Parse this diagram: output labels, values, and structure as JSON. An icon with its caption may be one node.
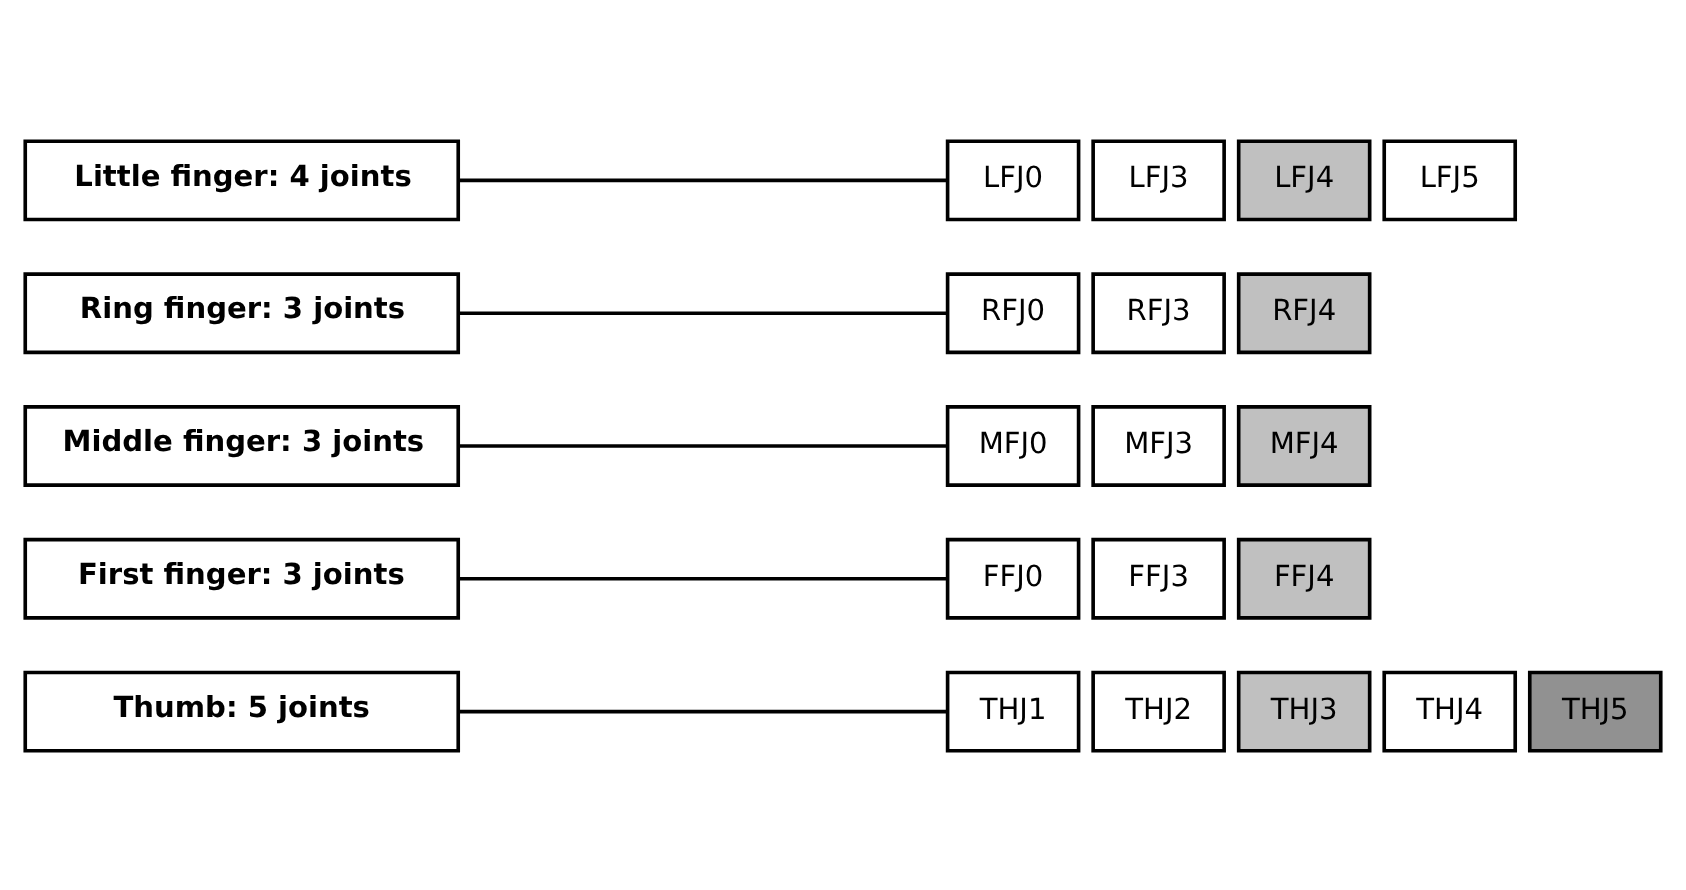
{
  "diagram": {
    "nodes": [
      {
        "text": [
          "Thumb: 5 joints"
        ]
      },
      {
        "text": [
          "THJ1"
        ]
      },
      {
        "text": [
          "THJ2"
        ]
      },
      {
        "text": [
          "THJ3"
        ]
      },
      {
        "text": [
          "THJ4"
        ]
      },
      {
        "text": [
          "THJ5"
        ]
      },
      {
        "text": [
          "First finger: 3 joints"
        ]
      },
      {
        "text": [
          "FFJ0"
        ]
      },
      {
        "text": [
          "FFJ3"
        ]
      },
      {
        "text": [
          "FFJ4"
        ]
      },
      {
        "text": [
          "Middle finger: 3 joints"
        ]
      },
      {
        "text": [
          "MFJ0"
        ]
      },
      {
        "text": [
          "MFJ3"
        ]
      },
      {
        "text": [
          "MFJ4"
        ]
      },
      {
        "text": [
          "Ring finger: 3 joints"
        ]
      },
      {
        "text": [
          "RFJ0"
        ]
      },
      {
        "text": [
          "RFJ3"
        ]
      },
      {
        "text": [
          "RFJ4"
        ]
      },
      {
        "text": [
          "Little finger: 4 joints"
        ]
      },
      {
        "text": [
          "LFJ0"
        ]
      },
      {
        "text": [
          "LFJ3"
        ]
      },
      {
        "text": [
          "LFJ4"
        ]
      },
      {
        "text": [
          "LFJ5"
        ]
      }
    ],
    "edges": [
      {
        "from": 0,
        "to": 1,
        "arrow": "none"
      },
      {
        "from": 6,
        "to": 7,
        "arrow": "none"
      },
      {
        "from": 10,
        "to": 11,
        "arrow": "none"
      },
      {
        "from": 14,
        "to": 15,
        "arrow": "none"
      },
      {
        "from": 18,
        "to": 19,
        "arrow": "none"
      }
    ]
  }
}
